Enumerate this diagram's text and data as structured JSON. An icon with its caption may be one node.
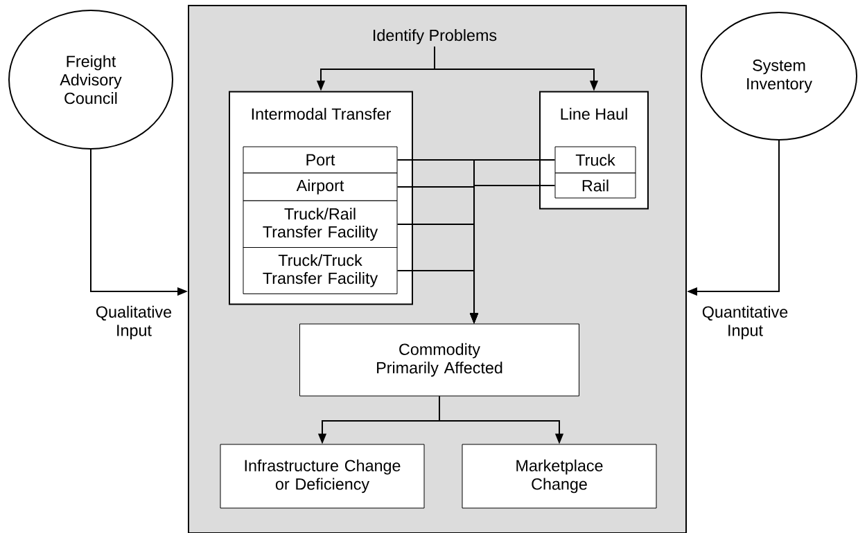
{
  "diagram": {
    "nodes": [
      {
        "text": [
          "Freight Advisory Council"
        ]
      },
      {
        "text": [
          "System Inventory"
        ]
      },
      {
        "text": [],
        "shape": "box"
      },
      {
        "text": [
          "Identify Problems"
        ],
        "in": 2
      },
      {
        "text": [
          "Intermodal Transfer"
        ],
        "in": 2
      },
      {
        "text": [
          "Port"
        ],
        "in": 4
      },
      {
        "text": [
          "Airport"
        ],
        "in": 4
      },
      {
        "text": [
          "Truck/Rail Transfer Facility"
        ],
        "in": 4
      },
      {
        "text": [
          "Truck/Truck Transfer Facility"
        ],
        "in": 4
      },
      {
        "text": [
          "Line Haul"
        ],
        "in": 2
      },
      {
        "text": [
          "Truck"
        ],
        "in": 9
      },
      {
        "text": [
          "Rail"
        ],
        "in": 9
      },
      {
        "text": [
          "Commodity Primarily Affected"
        ],
        "in": 2
      },
      {
        "text": [
          "Infrastructure Change or Deficiency"
        ],
        "in": 2
      },
      {
        "text": [
          "Marketplace Change"
        ],
        "in": 2
      }
    ],
    "edges": [
      {
        "from": 0,
        "to": 2,
        "arrow": "to",
        "label": "Qualitative Input"
      },
      {
        "from": 1,
        "to": 2,
        "arrow": "to",
        "label": "Quantitative Input"
      },
      {
        "from": 3,
        "to": 4,
        "arrow": "to"
      },
      {
        "from": 3,
        "to": 9,
        "arrow": "to"
      },
      {
        "from": 5,
        "to": 12,
        "arrow": "to"
      },
      {
        "from": 10,
        "to": 12,
        "arrow": "to"
      },
      {
        "from": 6,
        "to": 12,
        "arrow": "to"
      },
      {
        "from": 11,
        "to": 12,
        "arrow": "to"
      },
      {
        "from": 7,
        "to": 12,
        "arrow": "to"
      },
      {
        "from": 8,
        "to": 12,
        "arrow": "to"
      },
      {
        "from": 12,
        "to": 13,
        "arrow": "to"
      },
      {
        "from": 12,
        "to": 14,
        "arrow": "to"
      }
    ]
  }
}
